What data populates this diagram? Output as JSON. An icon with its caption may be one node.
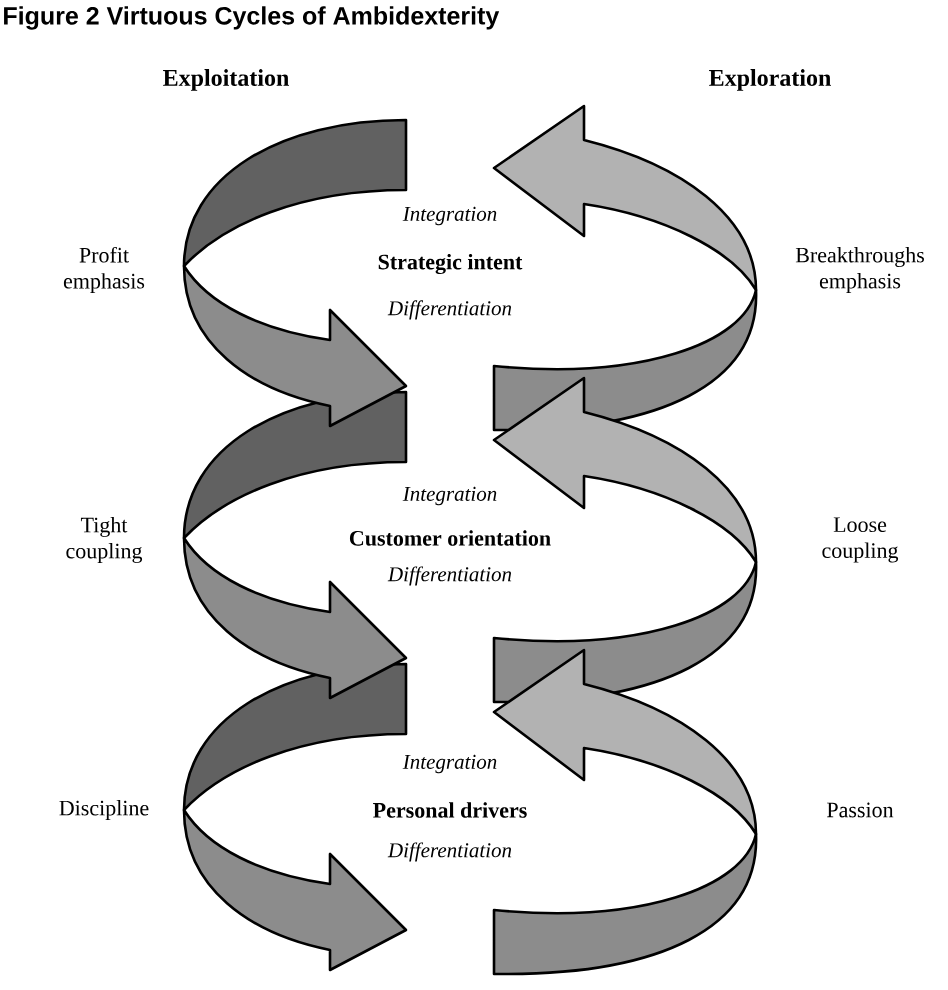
{
  "diagram": {
    "title": "Figure 2   Virtuous Cycles of Ambidexterity",
    "labels": [
      "Exploitation",
      "Exploration",
      "Profit emphasis",
      "Integration",
      "Strategic intent",
      "Differentiation",
      "Breakthroughs emphasis",
      "Tight coupling",
      "Integration",
      "Customer orientation",
      "Differentiation",
      "Loose coupling",
      "Discipline",
      "Integration",
      "Personal drivers",
      "Differentiation",
      "Passion"
    ]
  }
}
